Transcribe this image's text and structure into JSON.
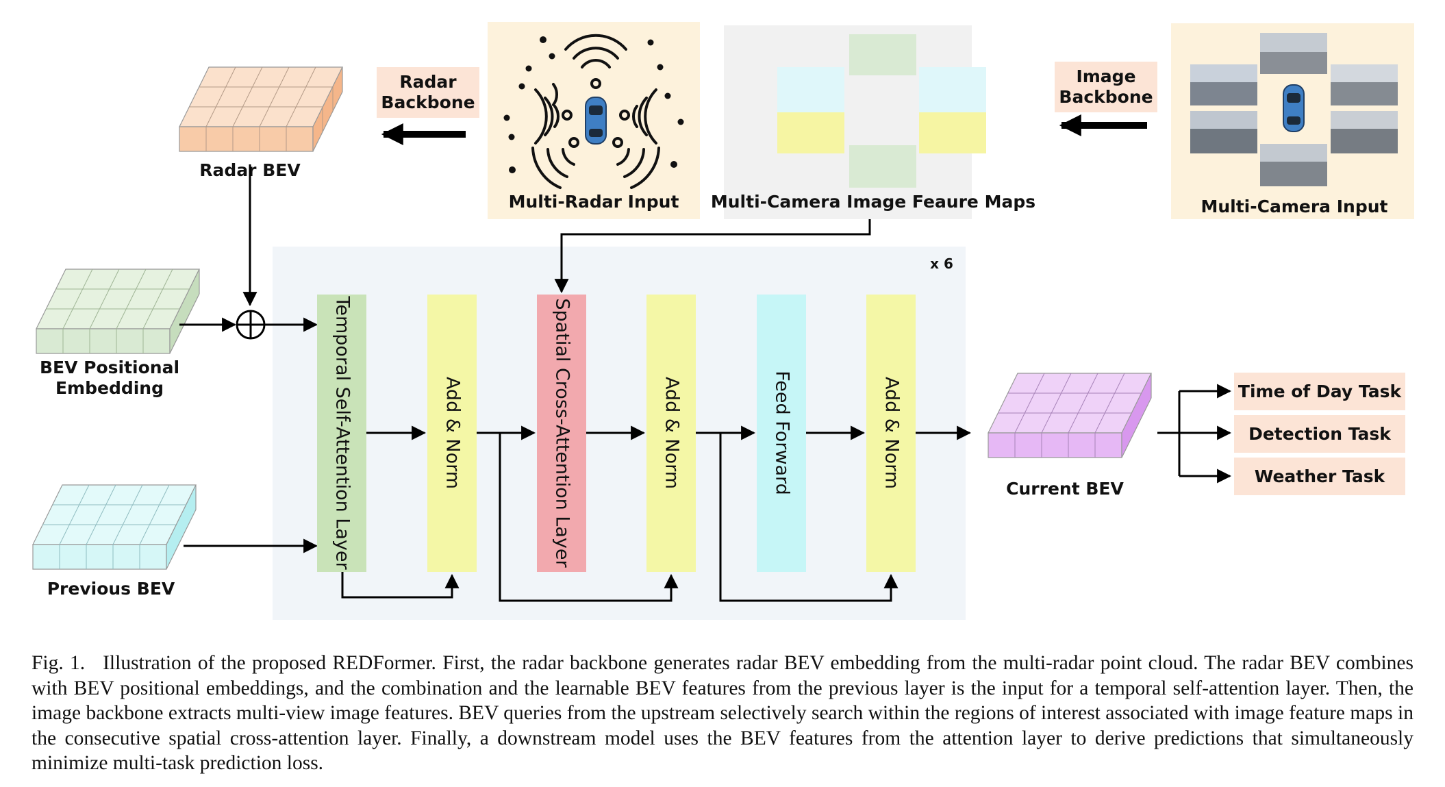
{
  "labels": {
    "radar_bev": "Radar BEV",
    "radar_backbone": [
      "Radar",
      "Backbone"
    ],
    "multi_radar_input": "Multi-Radar Input",
    "feature_maps": "Multi-Camera Image Feaure Maps",
    "image_backbone": [
      "Image",
      "Backbone"
    ],
    "multi_camera_input": "Multi-Camera Input",
    "bev_positional_embedding": [
      "BEV Positional",
      "Embedding"
    ],
    "previous_bev": "Previous BEV",
    "repeat": "x 6",
    "temporal_layer": "Temporal Self-Attention Layer",
    "add_norm_1": "Add & Norm",
    "spatial_layer": "Spatial Cross-Attention Layer",
    "add_norm_2": "Add & Norm",
    "feed_forward": "Feed Forward",
    "add_norm_3": "Add & Norm",
    "current_bev": "Current BEV",
    "tasks": [
      "Time of Day Task",
      "Detection Task",
      "Weather Task"
    ]
  },
  "caption": {
    "fig_no": "Fig. 1.",
    "text": "Illustration of the proposed REDFormer. First, the radar backbone generates radar BEV embedding from the multi-radar point cloud. The radar BEV combines with BEV positional embeddings, and the combination and the learnable BEV features from the previous layer is the input for a temporal self-attention layer. Then, the image backbone extracts multi-view image features. BEV queries from the upstream selectively search within the regions of interest associated with image feature maps in the consecutive spatial cross-attention layer. Finally, a downstream model uses the BEV features from the attention layer to derive predictions that simultaneously minimize multi-task prediction loss."
  },
  "colors": {
    "radar_bev": "#f8cba8",
    "positional": "#d9ead3",
    "previous": "#d6f7f7",
    "current": "#e6b8f5",
    "temporal": "#c9e3b8",
    "add_norm": "#f4f7a6",
    "spatial": "#f2a9ae",
    "feed_forward": "#c6f6f7",
    "panel_bg": "#f1f5f9",
    "input_bg": "#fdf2dc",
    "backbone_bg": "#fce4d6"
  }
}
